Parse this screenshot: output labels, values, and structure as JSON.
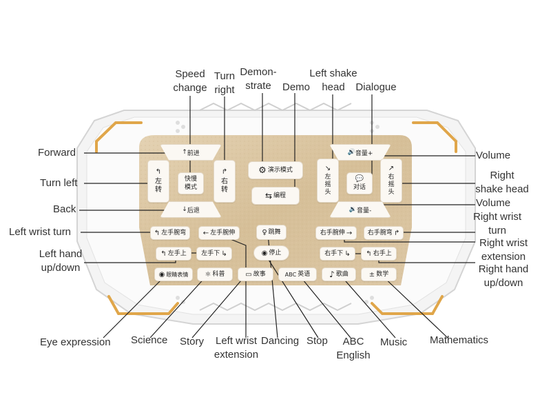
{
  "labels": {
    "speed_change": [
      "Speed",
      "change"
    ],
    "turn_right": [
      "Turn",
      "right"
    ],
    "demonstrate": [
      "Demon-",
      "strate"
    ],
    "demo": "Demo",
    "left_shake_head": [
      "Left shake",
      "head"
    ],
    "dialogue": "Dialogue",
    "forward": "Forward",
    "turn_left": "Turn left",
    "back": "Back",
    "left_wrist_turn": "Left wrist turn",
    "left_hand_updown": [
      "Left hand",
      "up/down"
    ],
    "volume_up": "Volume",
    "right_shake_head": [
      "Right",
      "shake head"
    ],
    "volume_down": "Volume",
    "right_wrist_turn": [
      "Right wrist",
      "turn"
    ],
    "right_wrist_extension": [
      "Right wrist",
      "extension"
    ],
    "right_hand_updown": [
      "Right hand",
      "up/down"
    ],
    "eye_expression": "Eye expression",
    "science": "Science",
    "story": "Story",
    "left_wrist_extension": [
      "Left wrist",
      "extension"
    ],
    "dancing": "Dancing",
    "stop": "Stop",
    "abc_english": [
      "ABC",
      "English"
    ],
    "music": "Music",
    "mathematics": "Mathematics"
  },
  "buttons": {
    "forward": {
      "icon": "↑",
      "text": "前进"
    },
    "speed": {
      "line1": "快慢",
      "line2": "模式"
    },
    "turn_left": {
      "icon": "↰",
      "line1": "左",
      "line2": "转"
    },
    "turn_right": {
      "icon": "↱",
      "line1": "右",
      "line2": "转"
    },
    "back": {
      "icon": "↓",
      "text": "后退"
    },
    "demo_mode": {
      "icon": "⚙",
      "text": "演示模式"
    },
    "program": {
      "icon": "⇆",
      "text": "编程"
    },
    "left_shake": {
      "icon": "↘",
      "line1": "左",
      "line2": "摇",
      "line3": "头"
    },
    "dialogue": {
      "icon": "💬",
      "text": "对话"
    },
    "right_shake": {
      "icon": "↗",
      "line1": "右",
      "line2": "摇",
      "line3": "头"
    },
    "volume_up": {
      "icon": "🔊",
      "text": "音量+"
    },
    "volume_down": {
      "icon": "🔉",
      "text": "音量-"
    },
    "left_wrist_bend": {
      "icon": "↰",
      "text": "左手腕弯"
    },
    "left_wrist_extend": {
      "icon": "←",
      "text": "左手腕伸"
    },
    "dance": {
      "icon": "♀",
      "text": "跳舞"
    },
    "right_wrist_extend": {
      "icon": "→",
      "text": "右手腕伸"
    },
    "right_wrist_bend": {
      "icon": "↱",
      "text": "右手腕弯"
    },
    "left_hand_up": {
      "icon": "↰",
      "text": "左手上"
    },
    "left_hand_down": {
      "icon": "↳",
      "text": "左手下"
    },
    "stop": {
      "icon": "◉",
      "text": "停止"
    },
    "right_hand_down": {
      "icon": "↳",
      "text": "右手下"
    },
    "right_hand_up": {
      "icon": "↰",
      "text": "右手上"
    },
    "eye_expression": {
      "icon": "◉",
      "text": "眼睛表情"
    },
    "science": {
      "icon": "⚛",
      "text": "科普"
    },
    "story": {
      "icon": "▭",
      "text": "故事"
    },
    "english": {
      "icon": "ABC",
      "text": "英语"
    },
    "music": {
      "icon": "♪",
      "text": "歌曲"
    },
    "math": {
      "icon": "±",
      "text": "数学"
    }
  },
  "colors": {
    "panel": "#d9c4a0",
    "accent": "#e0a64a",
    "leader": "#222222"
  }
}
